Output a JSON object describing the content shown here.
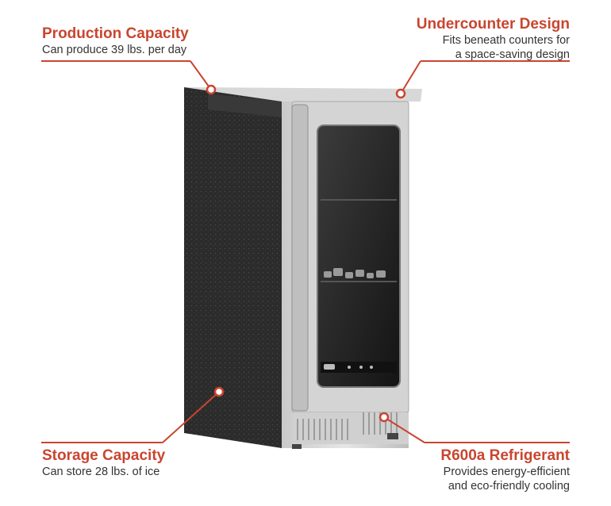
{
  "accent_color": "#c9452f",
  "product": {
    "icon": "ice-maker-undercounter-stainless-glass-door"
  },
  "callouts": {
    "production": {
      "title": "Production Capacity",
      "lines": [
        "Can produce 39 lbs. per day"
      ]
    },
    "undercounter": {
      "title": "Undercounter Design",
      "lines": [
        "Fits beneath counters for",
        "a space-saving design"
      ]
    },
    "storage": {
      "title": "Storage Capacity",
      "lines": [
        "Can store 28 lbs. of ice"
      ]
    },
    "refrigerant": {
      "title": "R600a Refrigerant",
      "lines": [
        "Provides energy-efficient",
        "and eco-friendly cooling"
      ]
    }
  }
}
